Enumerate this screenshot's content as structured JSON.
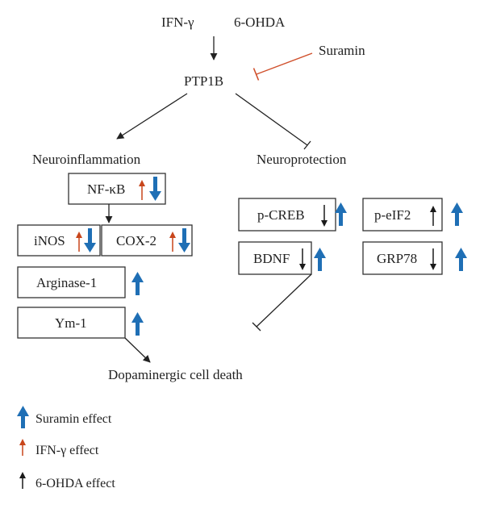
{
  "colors": {
    "suramin": "#1f6fb5",
    "ifn": "#c8461b",
    "ohda": "#1a1a1a",
    "inhibit_suramin": "#d0502c"
  },
  "top": {
    "ifn_gamma": "IFN-γ",
    "ohda": "6-OHDA",
    "suramin": "Suramin",
    "ptp1b": "PTP1B"
  },
  "branches": {
    "neuroinflammation": "Neuroinflammation",
    "neuroprotection": "Neuroprotection"
  },
  "left_boxes": {
    "nfkb": "NF-κB",
    "inos": "iNOS",
    "cox2": "COX-2",
    "arginase": "Arginase-1",
    "ym1": "Ym-1"
  },
  "right_boxes": {
    "pcreb": "p-CREB",
    "peif2": "p-eIF2",
    "bdnf": "BDNF",
    "grp78": "GRP78"
  },
  "outcome": "Dopaminergic cell death",
  "legend": [
    {
      "label": "Suramin effect",
      "icon": "blue-up-arrow-icon"
    },
    {
      "label": "IFN-γ effect",
      "icon": "red-up-arrow-icon"
    },
    {
      "label": "6-OHDA effect",
      "icon": "black-up-arrow-icon"
    }
  ]
}
